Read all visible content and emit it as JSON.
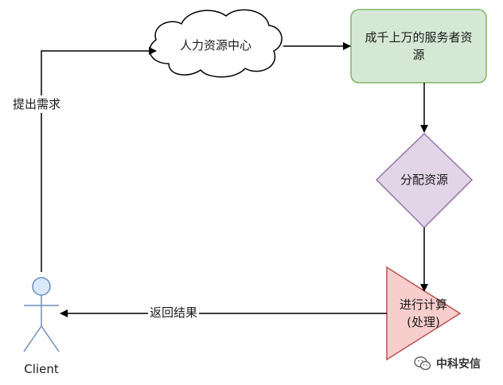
{
  "nodes": {
    "hr_center": "人力资源中心",
    "providers_line1": "成千上万的服务者资",
    "providers_line2": "源",
    "allocate": "分配资源",
    "compute_line1": "进行计算",
    "compute_line2": "(处理)",
    "client": "Client"
  },
  "edges": {
    "request": "提出需求",
    "return": "返回结果"
  },
  "colors": {
    "cloud_fill": "#ffffff",
    "providers_fill": "#d5e8d4",
    "providers_stroke": "#82b366",
    "allocate_fill": "#e1d5e7",
    "allocate_stroke": "#9673a6",
    "compute_fill": "#f8cecc",
    "compute_stroke": "#b85450",
    "actor_fill": "#dae8fc",
    "actor_stroke": "#6c8ebf"
  },
  "watermark": {
    "text": "中科安信",
    "icon": "wechat-icon"
  }
}
